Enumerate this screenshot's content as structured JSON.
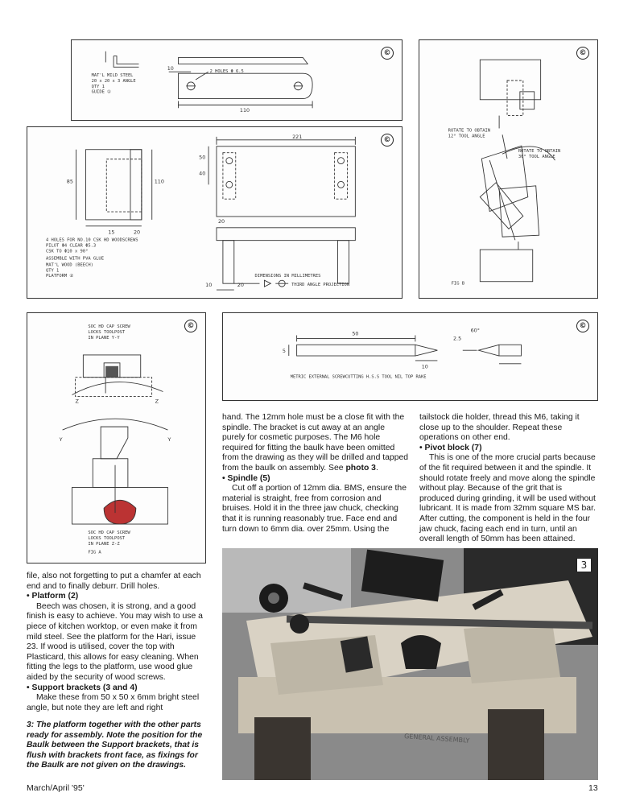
{
  "drawings": {
    "copyright_symbol": "©",
    "guide": {
      "note": [
        "MAT'L MILD STEEL",
        "20 x 20 x 3 ANGLE",
        "QTY 1",
        "GUIDE ①"
      ],
      "holes": "2 HOLES Φ 6.5",
      "dim_10": "10",
      "dim_110": "110"
    },
    "platform": {
      "dim_221": "221",
      "dim_85": "85",
      "dim_110": "110",
      "dim_15": "15",
      "dim_20a": "20",
      "dim_20b": "20",
      "dim_50": "50",
      "dim_40": "40",
      "dim_10": "10",
      "dim_20c": "20",
      "note": [
        "4 HOLES FOR NO.10 CSK HD WOODSCREWS",
        "PILOT Φ4  CLEAR Φ5.3",
        "CSK TO Φ10 x 90°",
        "ASSEMBLE WITH PVA GLUE",
        "MAT'L WOOD (BEECH)",
        "QTY 1",
        "PLATFORM ②"
      ],
      "dimensions_note": "DIMENSIONS IN MILLIMETRES",
      "projection": "THIRD ANGLE PROJECTION"
    },
    "fig_b": {
      "rotate_12": [
        "ROTATE TO OBTAIN",
        "12° TOOL ANGLE"
      ],
      "rotate_30": [
        "ROTATE TO OBTAIN",
        "30° TOOL ANGLE"
      ],
      "label": "FIG B"
    },
    "fig_a": {
      "top_note": [
        "SOC HD CAP SCREW",
        "LOCKS TOOLPOST",
        "IN PLANE Y-Y"
      ],
      "bottom_note": [
        "SOC HD CAP SCREW",
        "LOCKS TOOLPOST",
        "IN PLANE Z-Z"
      ],
      "label": "FIG A",
      "y": "Y",
      "z": "Z"
    },
    "tool": {
      "dim_50": "50",
      "dim_5": "5",
      "dim_10": "10",
      "dim_25": "2.5",
      "angle": "60°",
      "caption": "METRIC EXTERNAL SCREWCUTTING H.S.S TOOL    NIL TOP RAKE"
    }
  },
  "article": {
    "col_left": {
      "p1": "file, also not forgetting to put a chamfer at each end and to finally deburr. Drill holes.",
      "h_platform": "• Platform (2)",
      "p2": "Beech was chosen, it is strong, and a good finish is easy to achieve. You may wish to use a piece of kitchen worktop, or even make it from mild steel. See the platform for the Hari, issue 23. If wood is utilised, cover the top with Plasticard, this allows for easy cleaning. When fitting the legs to the platform, use wood glue aided by the security of wood screws.",
      "h_support": "• Support brackets (3 and 4)",
      "p3": "Make these from 50 x 50 x 6mm bright steel angle, but note they are left and right",
      "caption": "3: The platform together with the other parts ready for assembly. Note the position for the Baulk between the Support brackets, that is flush with brackets front face, as fixings for the Baulk are not given on the drawings."
    },
    "col_mid": {
      "p1a": "hand. The 12mm hole must be a close fit with the spindle. The bracket is cut away at an angle purely for cosmetic purposes. The M6 hole required for fitting the baulk have been omitted from the drawing as they will be drilled and tapped from the baulk on assembly. See ",
      "p1b": "photo 3",
      "p1c": ".",
      "h_spindle": "• Spindle (5)",
      "p2": "Cut off a portion of 12mm dia. BMS, ensure the material is straight, free from corrosion and bruises. Hold it in the three jaw chuck, checking that it is running reasonably true. Face end and turn down to 6mm dia. over 25mm. Using the"
    },
    "col_right": {
      "p1": "tailstock die holder, thread this M6, taking it close up to the shoulder.  Repeat these operations on other end.",
      "h_pivot": "• Pivot block (7)",
      "p2": "This is one of the more crucial parts because of the fit required between it and the spindle. It should rotate freely and move along the spindle without play. Because of the grit that is produced during grinding, it will be used without lubricant. It is made from 32mm square MS bar. After cutting, the component is held in the four jaw chuck, facing each end in turn, until an overall length of 50mm has been attained."
    }
  },
  "photo": {
    "number": "3",
    "handwriting": "GENERAL ASSEMBLY"
  },
  "footer": {
    "issue": "March/April '95'",
    "page": "13"
  }
}
